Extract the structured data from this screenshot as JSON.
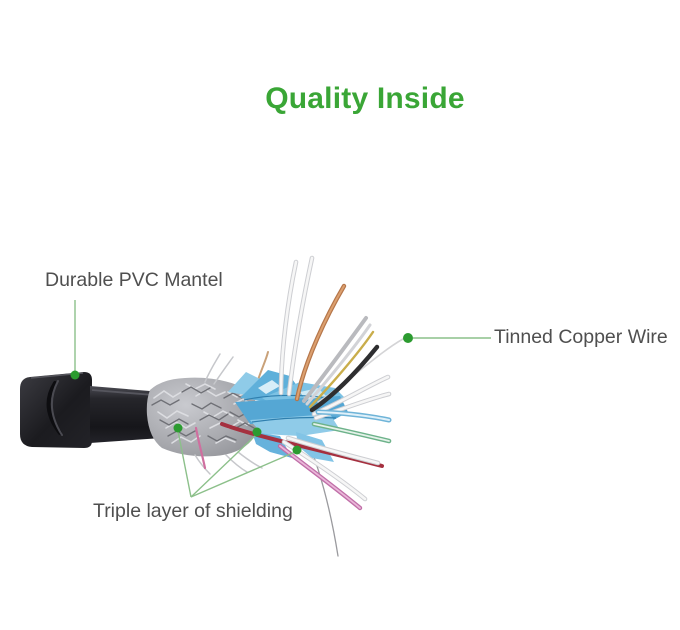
{
  "theme": {
    "bg": "#ffffff",
    "accent": "#3aa636",
    "label_color": "#4f4f4f",
    "leader_line": "#8cc08a",
    "leader_dot": "#2c9b30"
  },
  "title": {
    "text": "Quality Inside"
  },
  "labels": {
    "pvc_mantel": "Durable PVC Mantel",
    "tinned_copper": "Tinned Copper Wire",
    "shielding": "Triple layer of shielding"
  },
  "illustration": {
    "subject": "stripped cable end showing internal layers",
    "parts": [
      {
        "name": "connector-boot",
        "desc": "black PVC connector boot",
        "color": "#232327"
      },
      {
        "name": "cable-jacket",
        "desc": "black round cable jacket",
        "color": "#1f1f23"
      },
      {
        "name": "braided-shield",
        "desc": "silver braided shield",
        "color": "#a6a7ac"
      },
      {
        "name": "foil-shield",
        "desc": "blue aluminum mylar foil",
        "color": "#5fb0da"
      },
      {
        "name": "inner-wires",
        "desc": "fanned-out inner conductors",
        "colors": [
          "#f6f6f6",
          "#c98d62",
          "#b9babe",
          "#c9ad4b",
          "#2e2e30",
          "#6fb4d8",
          "#6db28a",
          "#a5303f",
          "#c06fa8",
          "#d4d4d6"
        ]
      }
    ]
  }
}
